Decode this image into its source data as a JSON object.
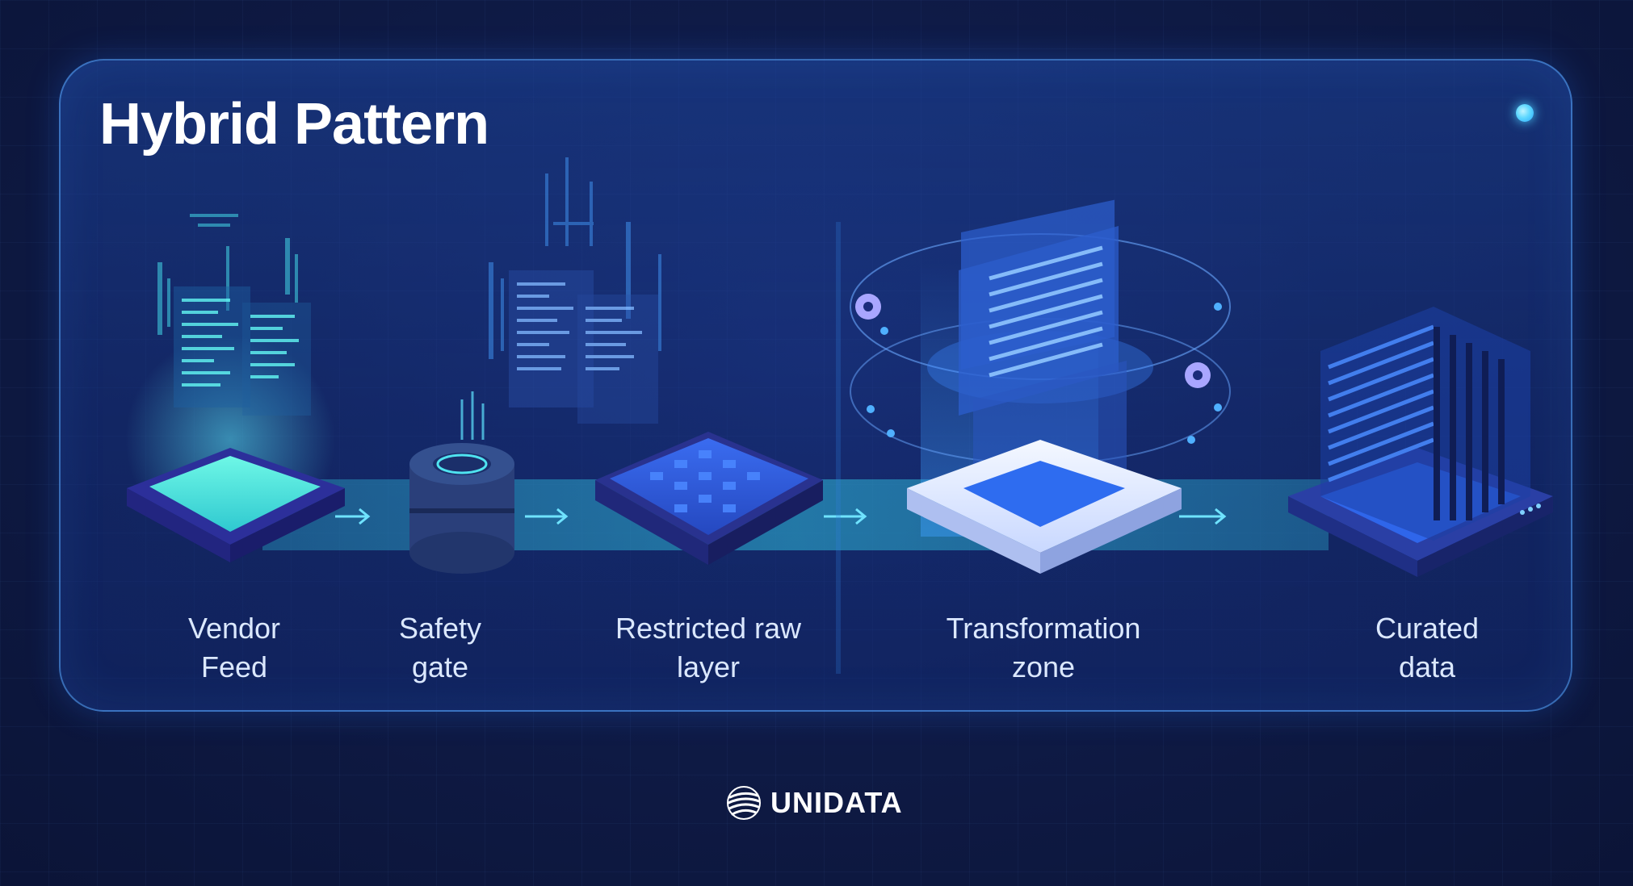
{
  "title": "Hybrid Pattern",
  "brand": {
    "name": "UNIDATA",
    "icon": "globe-stripes-icon"
  },
  "stages": [
    {
      "id": "vendor-feed",
      "line1": "Vendor",
      "line2": "Feed",
      "icon": "data-source-platform-icon"
    },
    {
      "id": "safety-gate",
      "line1": "Safety",
      "line2": "gate",
      "icon": "ring-cylinder-gate-icon"
    },
    {
      "id": "restricted-raw-layer",
      "line1": "Restricted raw",
      "line2": "layer",
      "icon": "grid-platform-icon"
    },
    {
      "id": "transformation-zone",
      "line1": "Transformation",
      "line2": "zone",
      "icon": "transform-panels-icon"
    },
    {
      "id": "curated-data",
      "line1": "Curated",
      "line2": "data",
      "icon": "stacked-server-icon"
    }
  ],
  "colors": {
    "background": "#0f1b47",
    "card_border": "#5aaaff",
    "pipe": "#2fb8d8",
    "cyan_accent": "#4fd2ff",
    "title": "#ffffff",
    "label": "#dbe8ff"
  }
}
